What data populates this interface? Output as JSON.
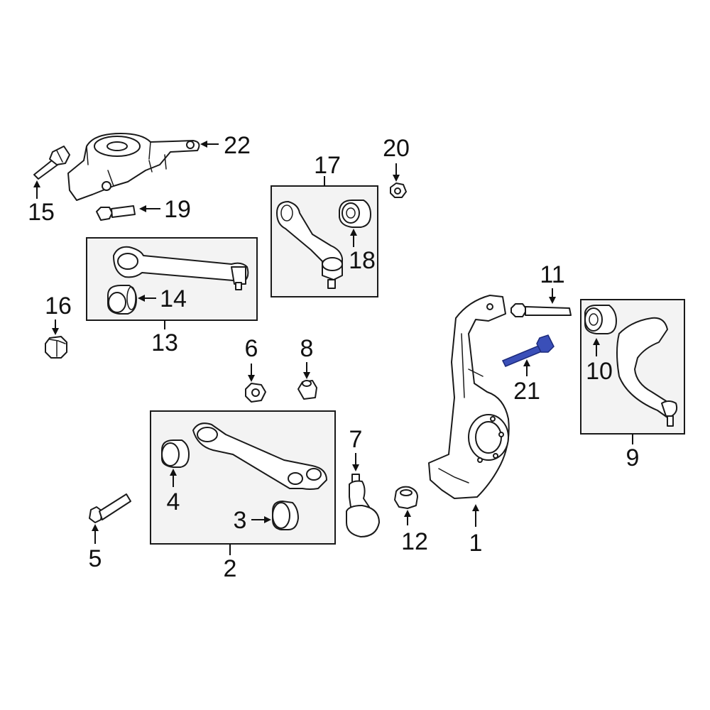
{
  "diagram": {
    "highlight_color": "#3a4fb8",
    "highlighted_part": "21",
    "callouts": [
      {
        "key": "c1",
        "label": "1"
      },
      {
        "key": "c2",
        "label": "2"
      },
      {
        "key": "c3",
        "label": "3"
      },
      {
        "key": "c4",
        "label": "4"
      },
      {
        "key": "c5",
        "label": "5"
      },
      {
        "key": "c6",
        "label": "6"
      },
      {
        "key": "c7",
        "label": "7"
      },
      {
        "key": "c8",
        "label": "8"
      },
      {
        "key": "c9",
        "label": "9"
      },
      {
        "key": "c10",
        "label": "10"
      },
      {
        "key": "c11",
        "label": "11"
      },
      {
        "key": "c12",
        "label": "12"
      },
      {
        "key": "c13",
        "label": "13"
      },
      {
        "key": "c14",
        "label": "14"
      },
      {
        "key": "c15",
        "label": "15"
      },
      {
        "key": "c16",
        "label": "16"
      },
      {
        "key": "c17",
        "label": "17"
      },
      {
        "key": "c18",
        "label": "18"
      },
      {
        "key": "c19",
        "label": "19"
      },
      {
        "key": "c20",
        "label": "20"
      },
      {
        "key": "c21",
        "label": "21"
      },
      {
        "key": "c22",
        "label": "22"
      }
    ]
  }
}
